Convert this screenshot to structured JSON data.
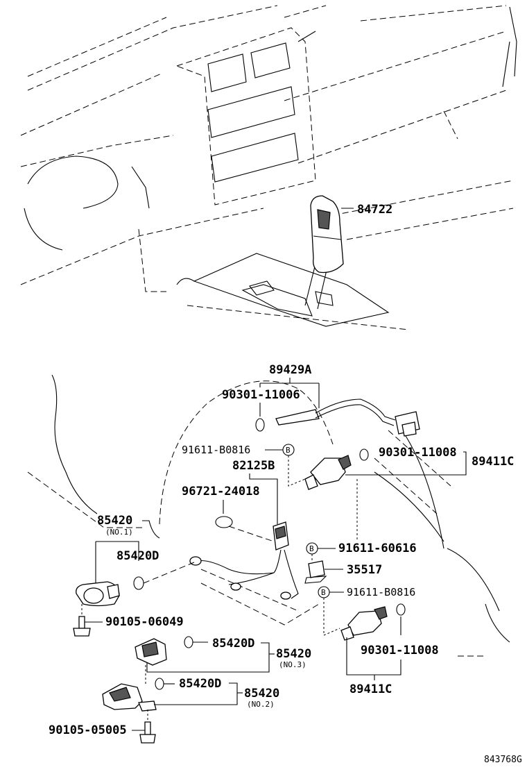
{
  "parts": {
    "p84722": "84722",
    "p89429A": "89429A",
    "p90301_11006": "90301-11006",
    "p91611_B0816_a": "91611-B0816",
    "p82125B": "82125B",
    "p90301_11008_a": "90301-11008",
    "p89411C_a": "89411C",
    "p96721_24018": "96721-24018",
    "p85420_no1": "85420",
    "p85420D_a": "85420D",
    "p91611_60616": "91611-60616",
    "p35517": "35517",
    "p91611_B0816_b": "91611-B0816",
    "p90105_06049": "90105-06049",
    "p85420D_b": "85420D",
    "p85420_no3": "85420",
    "p90301_11008_b": "90301-11008",
    "p85420D_c": "85420D",
    "p85420_no2": "85420",
    "p89411C_b": "89411C",
    "p90105_05005": "90105-05005"
  },
  "notes": {
    "no1": "(NO.1)",
    "no3": "(NO.3)",
    "no2": "(NO.2)"
  },
  "marker": "B",
  "footer_code": "843768G"
}
